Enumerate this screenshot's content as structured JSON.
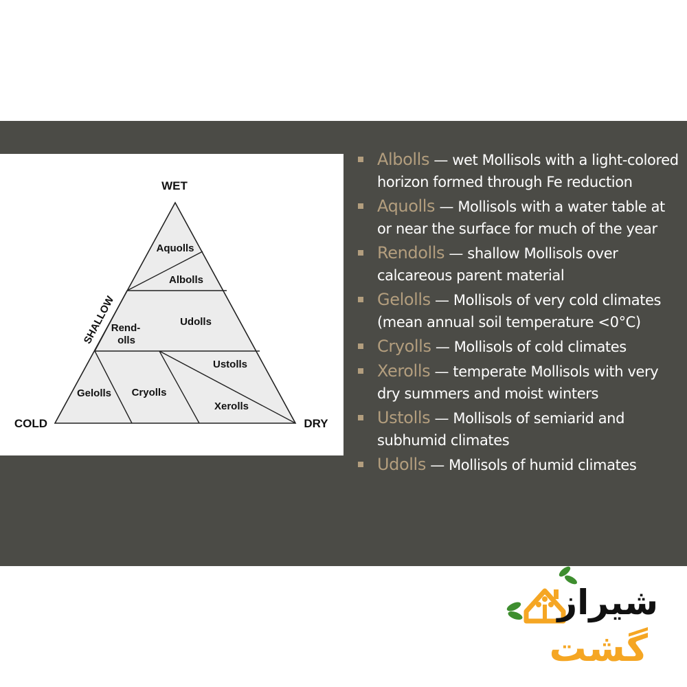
{
  "diagram": {
    "corners": {
      "top": "WET",
      "left": "COLD",
      "right": "DRY"
    },
    "side_label": "SHALLOW",
    "regions": {
      "aquolls": "Aquolls",
      "albolls": "Albolls",
      "udolls": "Udolls",
      "rendolls_line1": "Rend-",
      "rendolls_line2": "olls",
      "ustolls": "Ustolls",
      "xerolls": "Xerolls",
      "gelolls": "Gelolls",
      "cryolls": "Cryolls"
    }
  },
  "bullets": [
    {
      "term": "Albolls",
      "text": " — wet Mollisols with a light-colored horizon formed through Fe reduction"
    },
    {
      "term": "Aquolls",
      "text": " — Mollisols with a water table at or near the surface for much of the year"
    },
    {
      "term": "Rendolls",
      "text": " — shallow Mollisols over calcareous parent material"
    },
    {
      "term": "Gelolls",
      "text": " — Mollisols of very cold climates (mean annual soil temperature <0°C)"
    },
    {
      "term": "Cryolls",
      "text": " — Mollisols of cold climates"
    },
    {
      "term": "Xerolls",
      "text": " — temperate Mollisols with very dry summers and moist winters"
    },
    {
      "term": "Ustolls",
      "text": " — Mollisols of semiarid and subhumid climates"
    },
    {
      "term": "Udolls",
      "text": " — Mollisols of humid climates"
    }
  ],
  "logo": {
    "line1": "شیراز",
    "line2": "گشت"
  },
  "colors": {
    "slide_background": "#4b4b46",
    "accent_term": "#b39e7e",
    "bullet_text": "#ffffff",
    "region_fill": "#ececec",
    "logo_orange": "#f5a623",
    "logo_black": "#111111",
    "logo_green": "#3e8e2f"
  }
}
